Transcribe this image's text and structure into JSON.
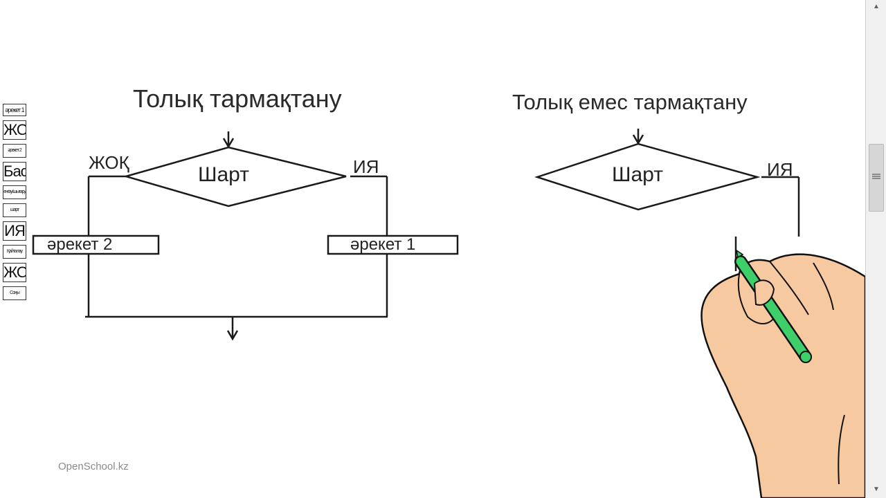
{
  "diagram_left": {
    "title": "Толық тармақтану",
    "condition": "Шарт",
    "no_label": "ЖОҚ",
    "yes_label": "ИЯ",
    "action_2": "әрекет 2",
    "action_1": "әрекет 1"
  },
  "diagram_right": {
    "title": "Толық емес тармақтану",
    "condition": "Шарт",
    "yes_label": "ИЯ"
  },
  "toolbox": {
    "items": [
      "әрекет 1",
      "ЖОҚ",
      "әрекет 2",
      "Басы",
      "енгізу/шығару",
      "шарт",
      "ИЯ",
      "Қайталау",
      "ЖОҚ",
      "Соңы"
    ]
  },
  "watermark": "OpenSchool.kz",
  "colors": {
    "line": "#1a1a1a",
    "hand_skin": "#f7c9a0",
    "pen": "#3fcf6a",
    "scrollbar": "#f0f0f0"
  }
}
